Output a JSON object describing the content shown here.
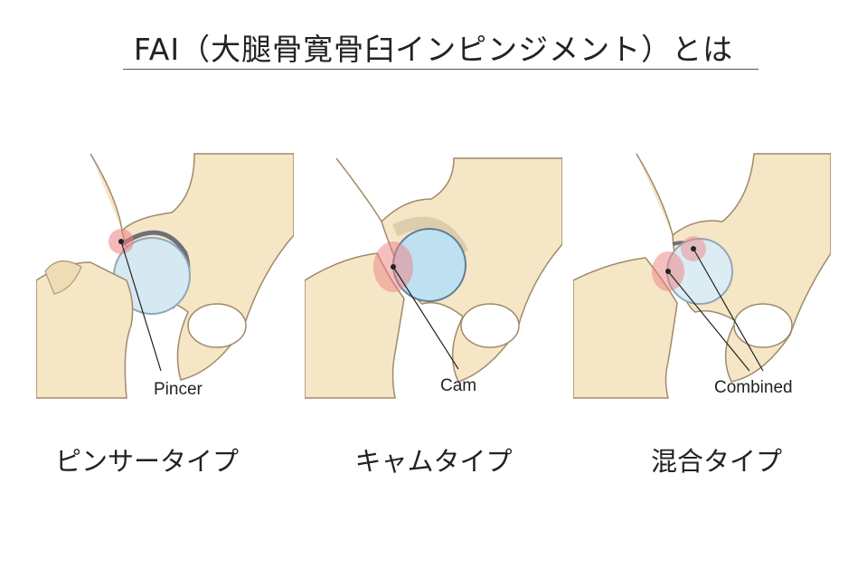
{
  "title": "FAI（大腿骨寛骨臼インピンジメント）とは",
  "panels": [
    {
      "annotation": "Pincer",
      "type_label": "ピンサータイプ"
    },
    {
      "annotation": "Cam",
      "type_label": "キャムタイプ"
    },
    {
      "annotation": "Combined",
      "type_label": "混合タイプ"
    }
  ],
  "colors": {
    "bone": "#f5e6c6",
    "bone_outline": "#a08a6a",
    "cartilage": "#bfe0f0",
    "inflammation": "#ee7f80"
  }
}
